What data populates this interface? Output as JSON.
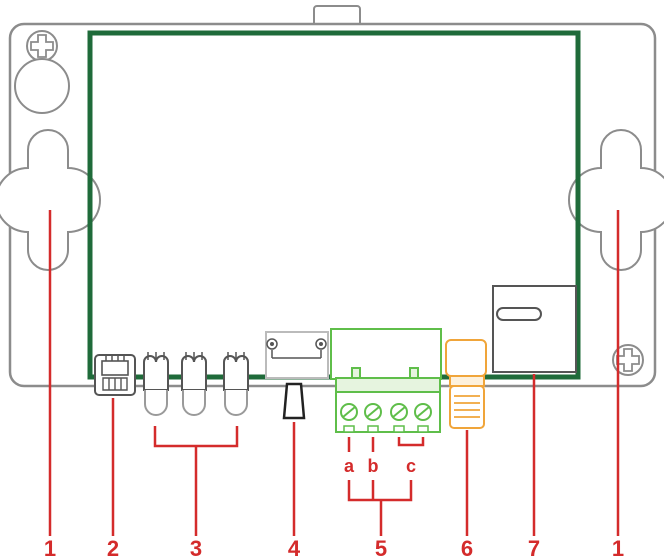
{
  "colors": {
    "callout": "#d42b2b",
    "enclosure": "#8c8c8c",
    "board": "#1f6b3a",
    "terminal": "#5fbe4a",
    "terminal_fill": "#e6f4df",
    "antenna": "#f0a53a",
    "antenna_fill": "#fdf1dc",
    "part": "#555555"
  },
  "callouts": {
    "c1a": "1",
    "c2": "2",
    "c3": "3",
    "c4": "4",
    "c5": "5",
    "c6": "6",
    "c7": "7",
    "c1b": "1"
  },
  "terminal_labels": {
    "a": "a",
    "b": "b",
    "c": "c"
  }
}
